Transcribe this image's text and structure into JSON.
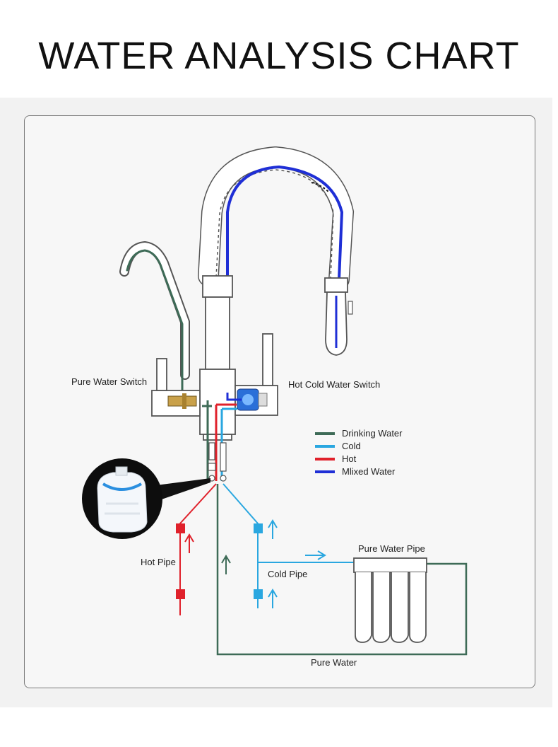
{
  "title": "WATER ANALYSIS CHART",
  "labels": {
    "pure_water_switch": "Pure Water Switch",
    "hot_cold_water_switch": "Hot Cold Water Switch",
    "hot_pipe": "Hot Pipe",
    "cold_pipe": "Cold Pipe",
    "pure_water_pipe": "Pure Water Pipe",
    "pure_water": "Pure Water"
  },
  "legend": [
    {
      "label": "Drinking Water",
      "color": "#3e6b57"
    },
    {
      "label": "Cold",
      "color": "#2aa7e0"
    },
    {
      "label": "Hot",
      "color": "#e0212b"
    },
    {
      "label": "Mlixed Water",
      "color": "#1f2fd6"
    }
  ],
  "colors": {
    "drinking": "#3e6b57",
    "cold": "#2aa7e0",
    "hot": "#e0212b",
    "mixed": "#1f2fd6",
    "outline": "#555555"
  }
}
